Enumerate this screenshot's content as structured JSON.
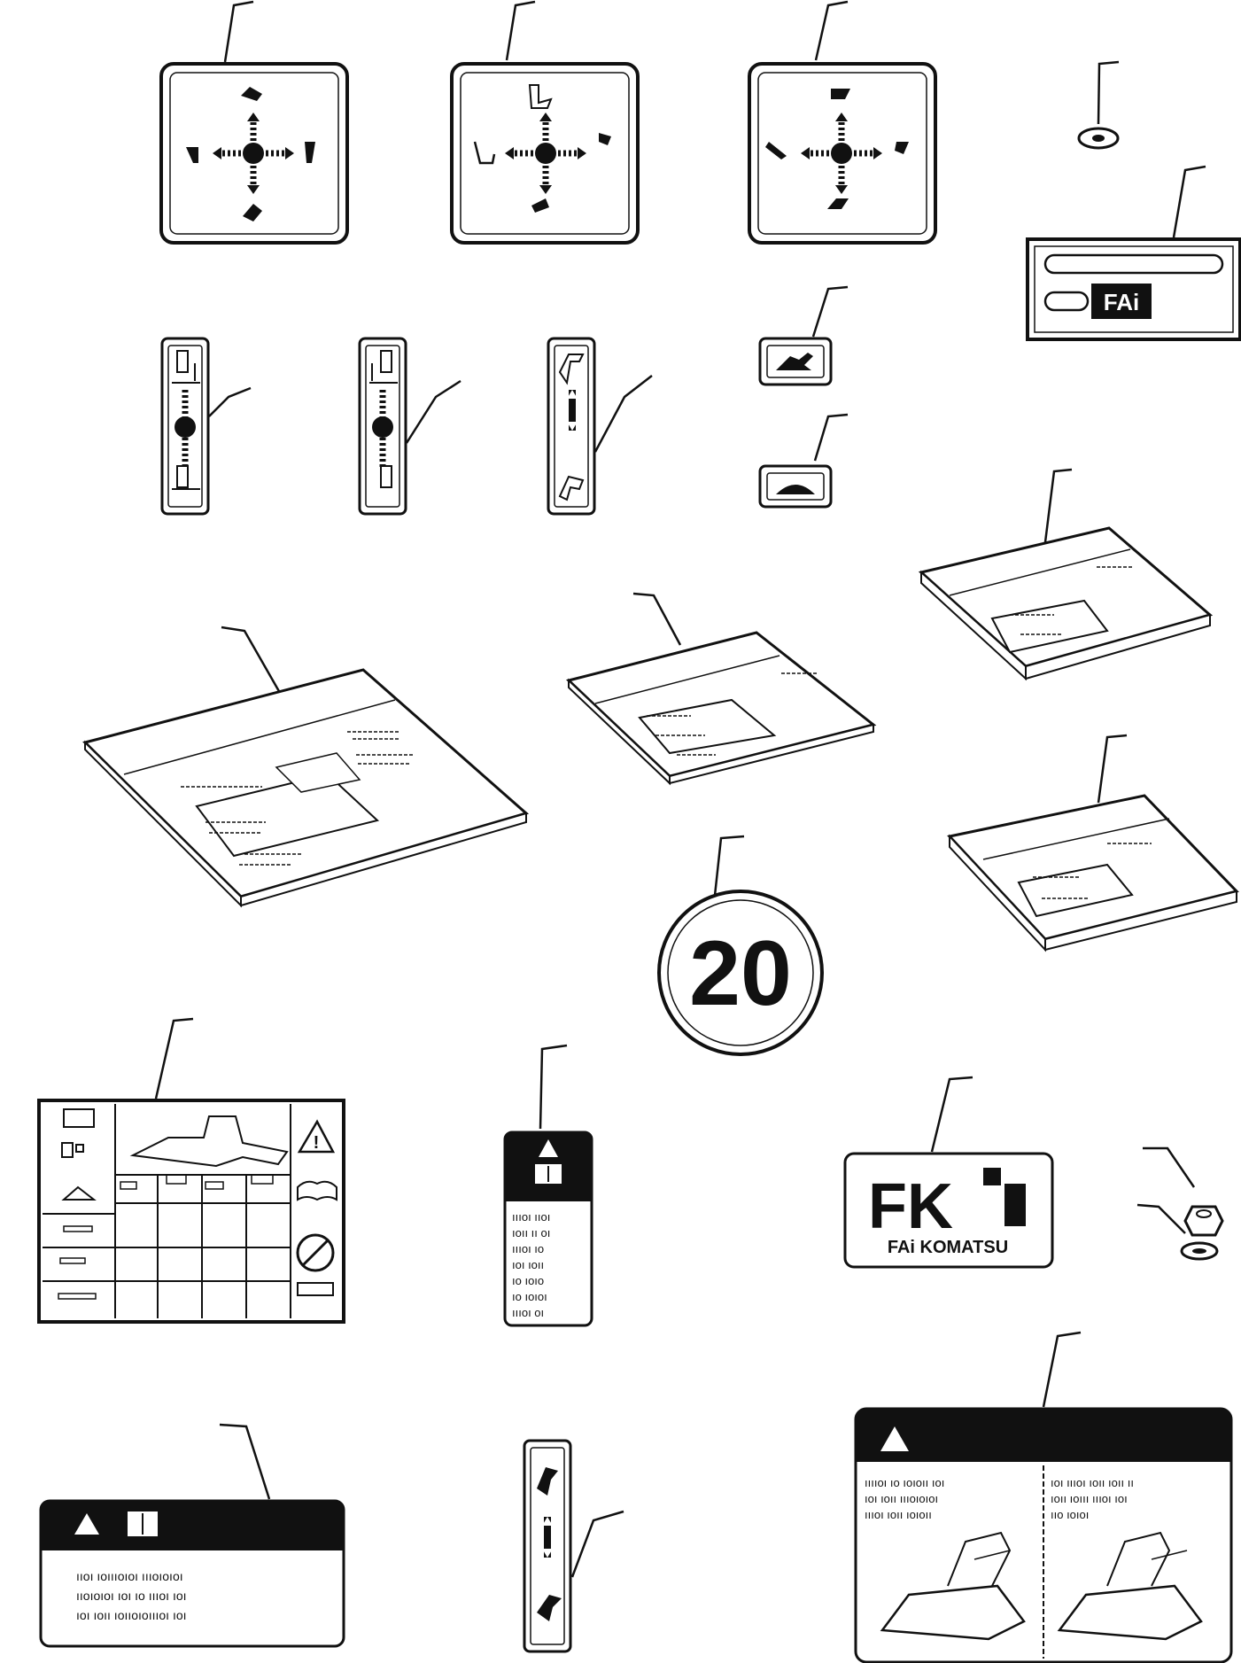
{
  "logo": {
    "small_plate": "FAi",
    "fk_mark": "FK",
    "brand_line": "FAi KOMATSU"
  },
  "speed_sign": {
    "value": "20"
  },
  "caution_decal_vertical": {
    "lines": [
      "ıııoı ııoı",
      "ıoıı ıı oı",
      "ıııoı ıo",
      "ıoı ıoıı",
      "ıo ıoıo",
      "ıo ıoıoı",
      "ıııoı oı"
    ]
  },
  "caution_decal_wide": {
    "lines": [
      "ııoı ıoıııoıoı ıııoıoıoı",
      "ııoıoıoı ıoı ıo ıııoı ıoı",
      "ıoı ıoıı ıoııoıoıııoı ıoı"
    ]
  },
  "loader_warning": {
    "left_lines": [
      "ııııoı ıo ıoıoıı ıoı",
      "ıoı ıoıı ıııoıoıoı",
      "ıııoı ıoıı ıoıoıı"
    ],
    "right_lines": [
      "ıoı ıııoı ıoıı ıoıı ıı",
      "ıoıı ıoııı ıııoı ıoı",
      "ııo ıoıoı"
    ]
  },
  "colors": {
    "ink": "#111111",
    "paper": "#ffffff"
  }
}
